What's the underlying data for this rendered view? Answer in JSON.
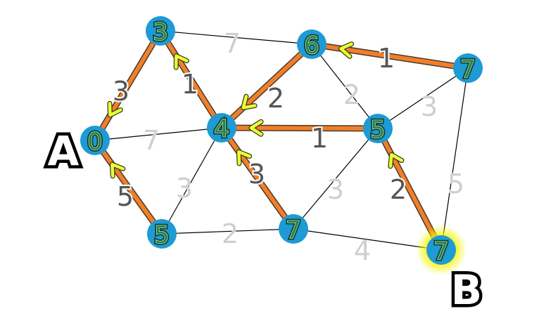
{
  "graph": {
    "nodes": [
      {
        "id": "n0",
        "label": "0"
      },
      {
        "id": "n3",
        "label": "3"
      },
      {
        "id": "n6",
        "label": "6"
      },
      {
        "id": "n7a",
        "label": "7"
      },
      {
        "id": "n4",
        "label": "4"
      },
      {
        "id": "n5r",
        "label": "5"
      },
      {
        "id": "n5l",
        "label": "5"
      },
      {
        "id": "n7b",
        "label": "7"
      },
      {
        "id": "n7c",
        "label": "7"
      }
    ],
    "endpoints": {
      "start": "A",
      "end": "B"
    },
    "highlight_color": "#f5f500",
    "path_color": "#f07f2a",
    "node_color": "#1e9ad4",
    "edges": [
      {
        "from": "n3",
        "to": "n6",
        "weight": "7",
        "on_path": false
      },
      {
        "from": "n0",
        "to": "n4",
        "weight": "7",
        "on_path": false
      },
      {
        "from": "n5l",
        "to": "n4",
        "weight": "3",
        "on_path": false
      },
      {
        "from": "n5l",
        "to": "n7b",
        "weight": "2",
        "on_path": false
      },
      {
        "from": "n6",
        "to": "n5r",
        "weight": "2",
        "on_path": false
      },
      {
        "from": "n5r",
        "to": "n7a",
        "weight": "3",
        "on_path": false
      },
      {
        "from": "n7b",
        "to": "n5r",
        "weight": "3",
        "on_path": false
      },
      {
        "from": "n7b",
        "to": "n7c",
        "weight": "4",
        "on_path": false
      },
      {
        "from": "n7a",
        "to": "n7c",
        "weight": "5",
        "on_path": false
      },
      {
        "from": "n3",
        "to": "n0",
        "weight": "3",
        "on_path": true
      },
      {
        "from": "n4",
        "to": "n3",
        "weight": "1",
        "on_path": true
      },
      {
        "from": "n5l",
        "to": "n0",
        "weight": "5",
        "on_path": true
      },
      {
        "from": "n7b",
        "to": "n4",
        "weight": "3",
        "on_path": true
      },
      {
        "from": "n6",
        "to": "n4",
        "weight": "2",
        "on_path": true
      },
      {
        "from": "n5r",
        "to": "n4",
        "weight": "1",
        "on_path": true
      },
      {
        "from": "n7a",
        "to": "n6",
        "weight": "1",
        "on_path": true
      },
      {
        "from": "n7c",
        "to": "n5r",
        "weight": "2",
        "on_path": true
      }
    ]
  }
}
